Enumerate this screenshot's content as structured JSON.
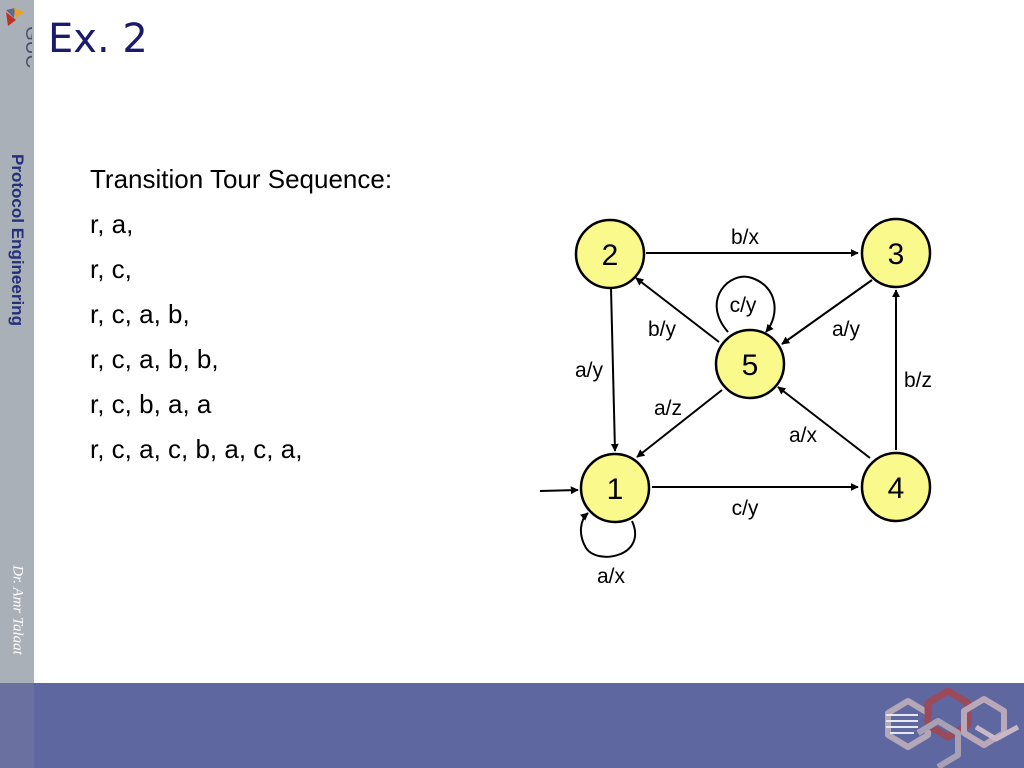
{
  "sidebar": {
    "logo_text": "GUC",
    "course_title": "Protocol Engineering",
    "author": "Dr. Amr Talaat"
  },
  "slide": {
    "title": "Ex. 2",
    "heading": "Transition Tour Sequence:",
    "sequences": [
      "r, a,",
      "r, c,",
      "r, c, a, b,",
      "r, c, a, b, b,",
      "r, c, b, a, a",
      "r, c, a, c, b, a, c, a,"
    ]
  },
  "diagram": {
    "node_color": "#fafa8c",
    "states": [
      "1",
      "2",
      "3",
      "4",
      "5"
    ],
    "transitions": [
      {
        "from": "2",
        "to": "3",
        "label": "b/x"
      },
      {
        "from": "2",
        "to": "1",
        "label": "a/y"
      },
      {
        "from": "5",
        "to": "2",
        "label": "b/y"
      },
      {
        "from": "5",
        "to": "5",
        "label": "c/y"
      },
      {
        "from": "3",
        "to": "5",
        "label": "a/y"
      },
      {
        "from": "5",
        "to": "1",
        "label": "a/z"
      },
      {
        "from": "4",
        "to": "5",
        "label": "a/x"
      },
      {
        "from": "4",
        "to": "3",
        "label": "b/z"
      },
      {
        "from": "1",
        "to": "4",
        "label": "c/y"
      },
      {
        "from": "1",
        "to": "1",
        "label": "a/x"
      }
    ]
  }
}
